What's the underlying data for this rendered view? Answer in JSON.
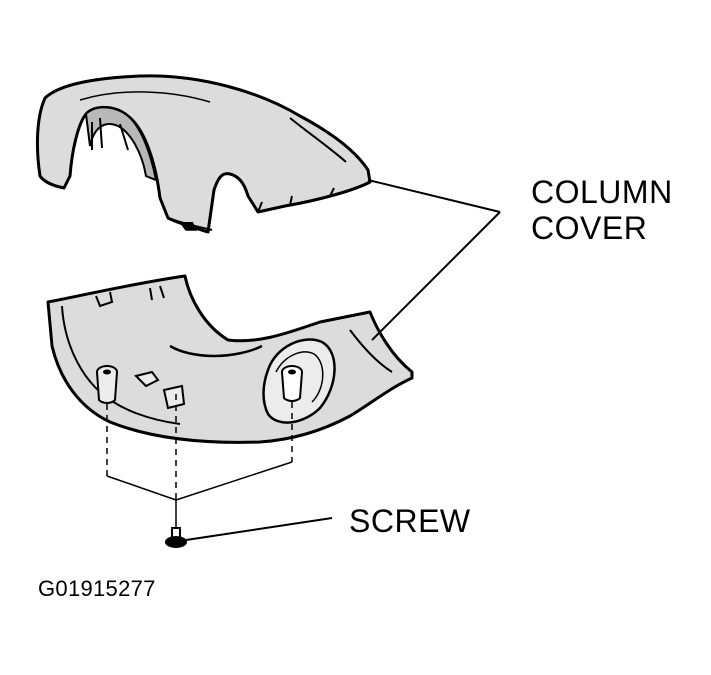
{
  "labels": {
    "column_cover_line1": "COLUMN",
    "column_cover_line2": "COVER",
    "screw": "SCREW",
    "figure_id": "G01915277"
  },
  "colors": {
    "ink": "#000000",
    "part_fill": "#dcdcdc",
    "part_fill_light": "#ececec",
    "background": "#ffffff"
  }
}
